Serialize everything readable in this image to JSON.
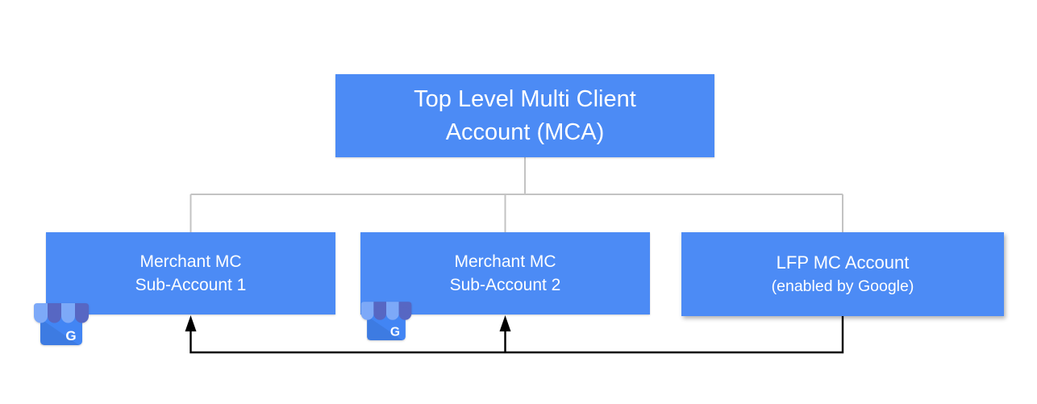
{
  "diagram": {
    "root": {
      "label_line1": "Top Level Multi Client",
      "label_line2": "Account (MCA)"
    },
    "children": [
      {
        "id": "merchant-sub-account-1",
        "label_line1": "Merchant MC",
        "label_line2": "Sub-Account 1",
        "has_business_icon": true
      },
      {
        "id": "merchant-sub-account-2",
        "label_line1": "Merchant MC",
        "label_line2": "Sub-Account 2",
        "has_business_icon": true
      },
      {
        "id": "lfp-mc-account",
        "label_line1": "LFP MC Account",
        "label_line2": "(enabled by Google)",
        "has_business_icon": false
      }
    ],
    "icons": {
      "business_profile": "google-business-profile-storefront-icon",
      "letter": "G"
    },
    "colors": {
      "box_fill": "#4C8BF5",
      "box_text": "#FFFFFF",
      "tree_line": "#C3C3C3",
      "feedback_line": "#000000",
      "icon_body": "#4285F4",
      "icon_awning_light": "#7DA9F8",
      "icon_awning_dark": "#5767C3",
      "page_bg": "#FFFFFF"
    }
  }
}
